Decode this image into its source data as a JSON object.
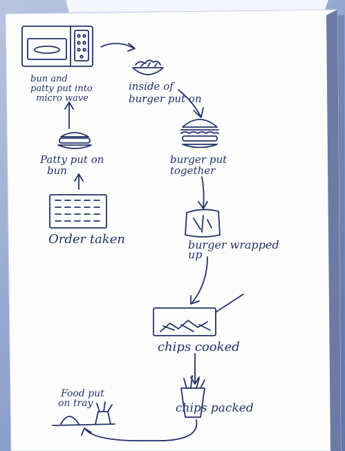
{
  "colors": {
    "background": "#93a5cf",
    "paper": "#fdfdfd",
    "ink": "#23306b"
  },
  "steps": [
    {
      "id": "order",
      "label": "Order taken"
    },
    {
      "id": "patty-on-bun",
      "label_lines": [
        "Patty put on",
        "bun"
      ]
    },
    {
      "id": "microwave",
      "label_lines": [
        "bun and",
        "patty put into",
        "micro wave"
      ]
    },
    {
      "id": "inside",
      "label_lines": [
        "inside of",
        "burger put on"
      ]
    },
    {
      "id": "together",
      "label_lines": [
        "burger put",
        "together"
      ]
    },
    {
      "id": "wrapped",
      "label_lines": [
        "burger wrapped",
        "up"
      ]
    },
    {
      "id": "chips-cooked",
      "label": "chips cooked"
    },
    {
      "id": "chips-packed",
      "label": "chips packed"
    },
    {
      "id": "tray",
      "label_lines": [
        "Food put",
        "on tray"
      ]
    }
  ]
}
